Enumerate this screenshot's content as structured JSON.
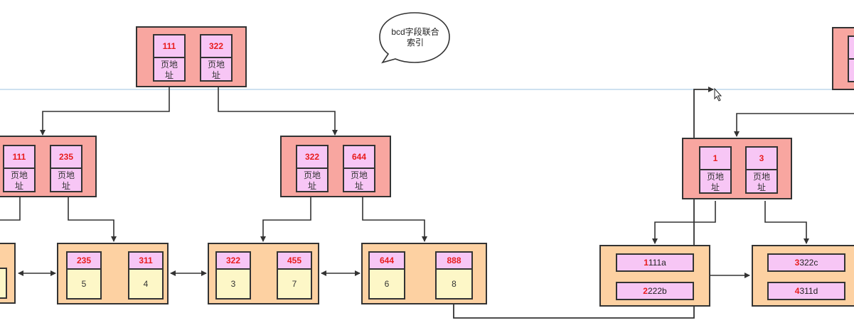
{
  "bubble": {
    "line1": "bcd字段联合",
    "line2": "索引"
  },
  "root": {
    "k1": "111",
    "k2": "322",
    "addr1": "页地\n址",
    "addr2": "页地\n址"
  },
  "left_node": {
    "k1": "111",
    "k2": "235",
    "addr1": "页地\n址",
    "addr2": "页地\n址"
  },
  "mid_node": {
    "k1": "322",
    "k2": "644",
    "addr1": "页地\n址",
    "addr2": "页地\n址"
  },
  "leaf_235_311": {
    "k1": "235",
    "v1": "5",
    "k2": "311",
    "v2": "4"
  },
  "leaf_322_455": {
    "k1": "322",
    "v1": "3",
    "k2": "455",
    "v2": "7"
  },
  "leaf_644_888": {
    "k1": "644",
    "v1": "6",
    "k2": "888",
    "v2": "8"
  },
  "sec_node": {
    "k1": "1",
    "k2": "3",
    "addr1": "页地\n址",
    "addr2": "页地\n址"
  },
  "sec_leaf1": {
    "r1_first": "1",
    "r1_rest": "111a",
    "r2_first": "2",
    "r2_rest": "222b"
  },
  "sec_leaf2": {
    "r1_first": "3",
    "r1_rest": "322c",
    "r2_first": "4",
    "r2_rest": "311d"
  }
}
